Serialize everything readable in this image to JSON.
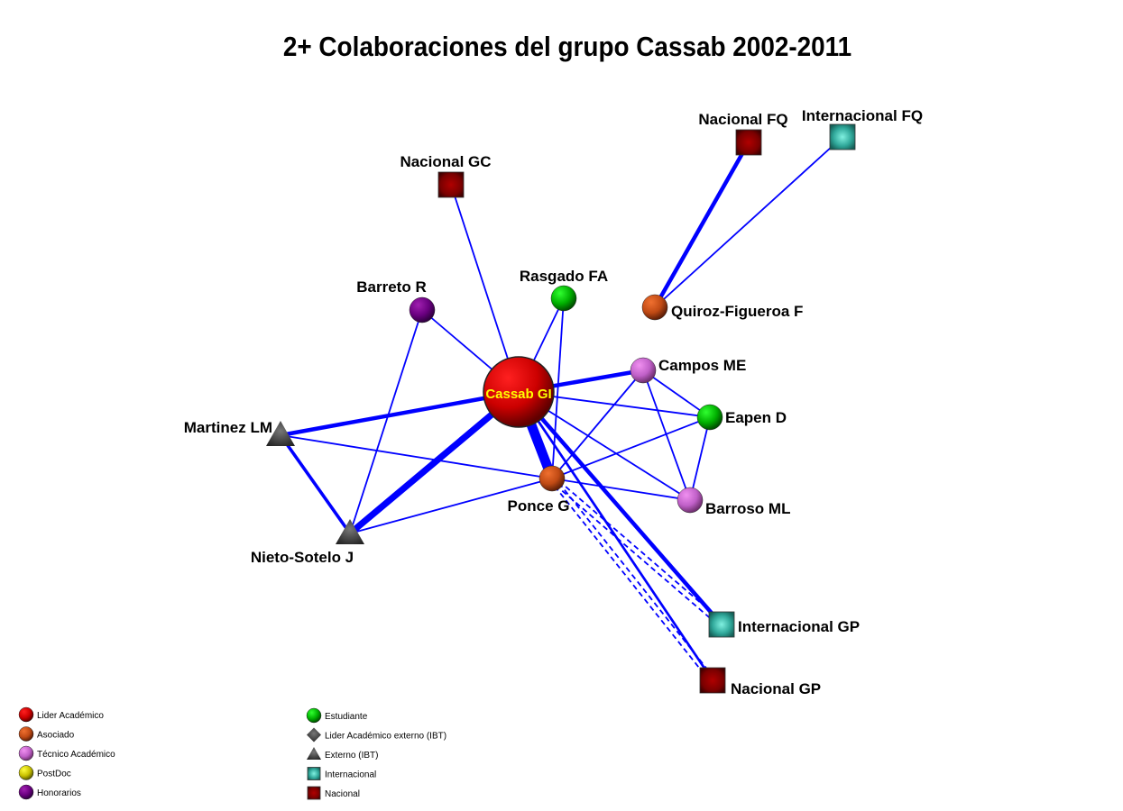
{
  "title": "2+ Colaboraciones del grupo Cassab 2002-2011",
  "colors": {
    "edge": "#0000ff",
    "lider": "#cc0000",
    "asociado": "#c04a14",
    "tecnico": "#c060c8",
    "postdoc": "#c8c000",
    "honorarios": "#6a0080",
    "estudiante": "#00b000",
    "externo": "#444444",
    "internacional": "#30a89a",
    "nacional": "#7a0000",
    "center_label": "#ffff00"
  },
  "nodes": [
    {
      "id": "cassab",
      "label": "Cassab GI",
      "type": "lider"
    },
    {
      "id": "nacgc",
      "label": "Nacional GC",
      "type": "nacional"
    },
    {
      "id": "nacfq",
      "label": "Nacional FQ",
      "type": "nacional"
    },
    {
      "id": "intfq",
      "label": "Internacional FQ",
      "type": "internacional"
    },
    {
      "id": "quiroz",
      "label": "Quiroz-Figueroa F",
      "type": "asociado"
    },
    {
      "id": "rasgado",
      "label": "Rasgado FA",
      "type": "estudiante"
    },
    {
      "id": "barreto",
      "label": "Barreto R",
      "type": "honorarios"
    },
    {
      "id": "campos",
      "label": "Campos ME",
      "type": "tecnico"
    },
    {
      "id": "eapen",
      "label": "Eapen D",
      "type": "estudiante"
    },
    {
      "id": "martinez",
      "label": "Martinez LM",
      "type": "externo"
    },
    {
      "id": "ponce",
      "label": "Ponce G",
      "type": "asociado"
    },
    {
      "id": "barroso",
      "label": "Barroso ML",
      "type": "tecnico"
    },
    {
      "id": "nieto",
      "label": "Nieto-Sotelo J",
      "type": "externo"
    },
    {
      "id": "intgp",
      "label": "Internacional GP",
      "type": "internacional"
    },
    {
      "id": "nacgp",
      "label": "Nacional GP",
      "type": "nacional"
    }
  ],
  "edges": [
    {
      "from": "cassab",
      "to": "nacgc",
      "weight": 1
    },
    {
      "from": "cassab",
      "to": "barreto",
      "weight": 1
    },
    {
      "from": "cassab",
      "to": "rasgado",
      "weight": 1
    },
    {
      "from": "cassab",
      "to": "campos",
      "weight": 2.5
    },
    {
      "from": "cassab",
      "to": "eapen",
      "weight": 1
    },
    {
      "from": "cassab",
      "to": "martinez",
      "weight": 2.5
    },
    {
      "from": "cassab",
      "to": "nieto",
      "weight": 4
    },
    {
      "from": "cassab",
      "to": "ponce",
      "weight": 6
    },
    {
      "from": "cassab",
      "to": "barroso",
      "weight": 1
    },
    {
      "from": "cassab",
      "to": "intgp",
      "weight": 2.5
    },
    {
      "from": "cassab",
      "to": "nacgp",
      "weight": 1.5
    },
    {
      "from": "rasgado",
      "to": "ponce",
      "weight": 1
    },
    {
      "from": "barreto",
      "to": "nieto",
      "weight": 1
    },
    {
      "from": "martinez",
      "to": "nieto",
      "weight": 2
    },
    {
      "from": "martinez",
      "to": "ponce",
      "weight": 1
    },
    {
      "from": "nieto",
      "to": "ponce",
      "weight": 1
    },
    {
      "from": "ponce",
      "to": "campos",
      "weight": 1
    },
    {
      "from": "ponce",
      "to": "eapen",
      "weight": 1
    },
    {
      "from": "ponce",
      "to": "barroso",
      "weight": 1
    },
    {
      "from": "ponce",
      "to": "intgp",
      "weight": 1.5,
      "dashed": true
    },
    {
      "from": "ponce",
      "to": "nacgp",
      "weight": 1.5,
      "dashed": true
    },
    {
      "from": "campos",
      "to": "eapen",
      "weight": 1
    },
    {
      "from": "campos",
      "to": "barroso",
      "weight": 1
    },
    {
      "from": "eapen",
      "to": "barroso",
      "weight": 1
    },
    {
      "from": "quiroz",
      "to": "nacfq",
      "weight": 2.5
    },
    {
      "from": "quiroz",
      "to": "intfq",
      "weight": 1
    }
  ],
  "legend": [
    {
      "label": "Lider Académico",
      "type": "lider"
    },
    {
      "label": "Asociado",
      "type": "asociado"
    },
    {
      "label": "Técnico Académico",
      "type": "tecnico"
    },
    {
      "label": "PostDoc",
      "type": "postdoc"
    },
    {
      "label": "Honorarios",
      "type": "honorarios"
    },
    {
      "label": "Estudiante",
      "type": "estudiante"
    },
    {
      "label": "Lider Académico externo (IBT)",
      "type": "externo-lider"
    },
    {
      "label": "Externo (IBT)",
      "type": "externo"
    },
    {
      "label": "Internacional",
      "type": "internacional"
    },
    {
      "label": "Nacional",
      "type": "nacional"
    }
  ]
}
